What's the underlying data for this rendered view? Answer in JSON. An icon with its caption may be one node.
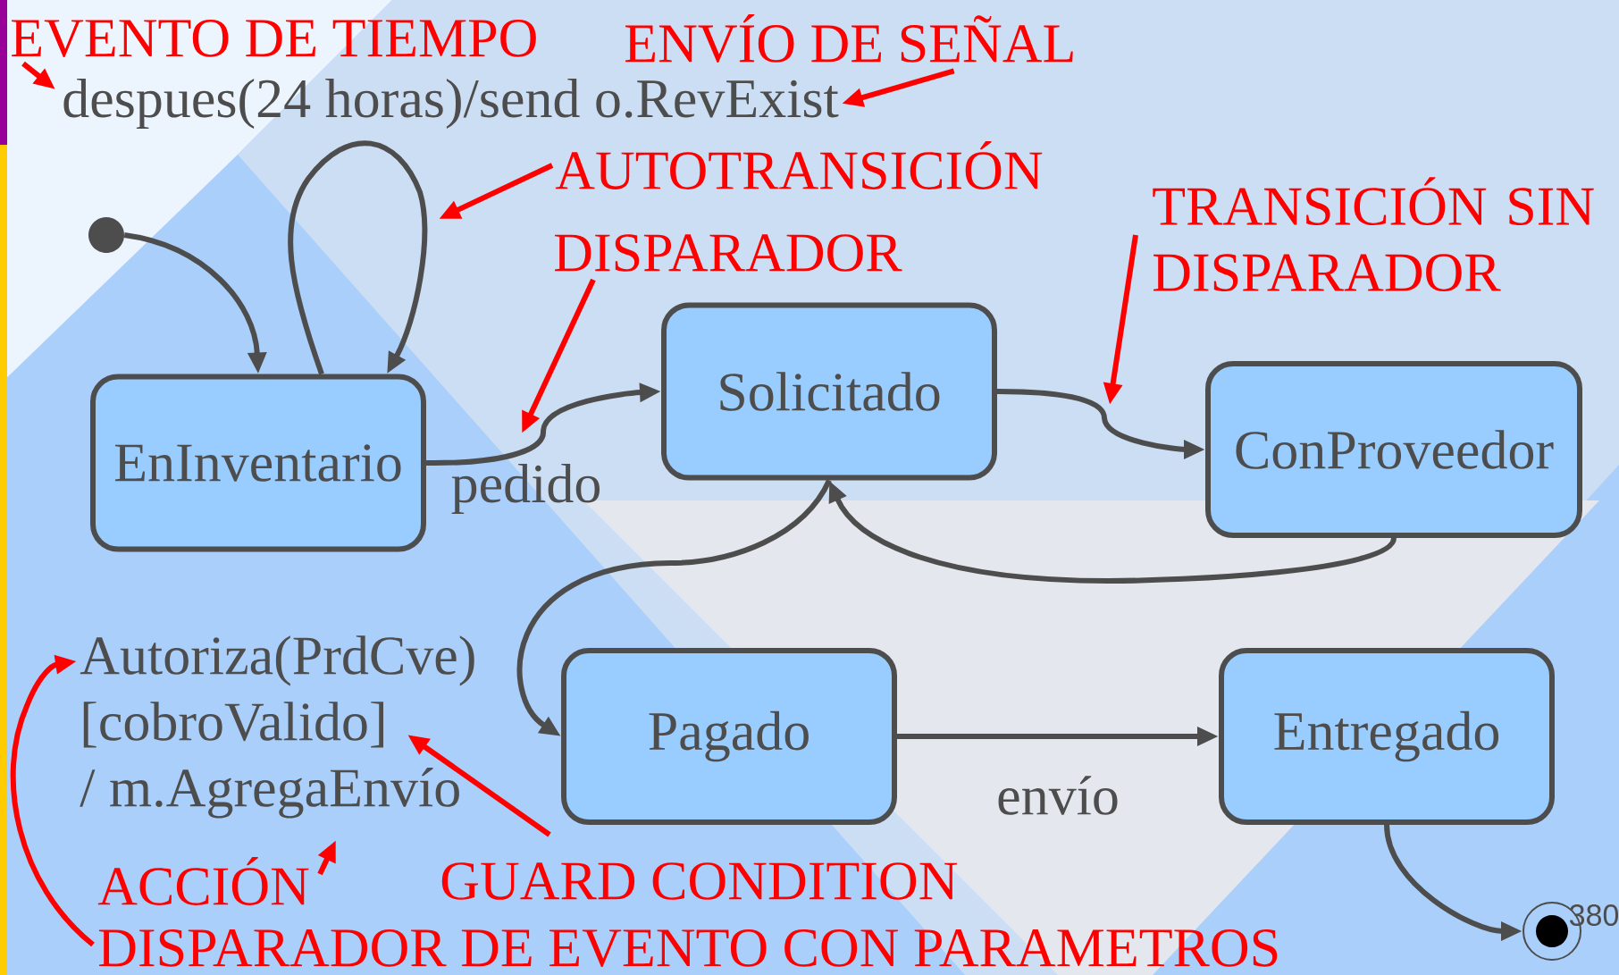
{
  "diagram": {
    "nodes": [
      {
        "text": [
          "EVENTO DE TIEMPO"
        ]
      },
      {
        "text": [
          "ENVÍO DE SEÑAL"
        ]
      },
      {
        "text": [
          "despues(24 horas)/send o.RevExist"
        ]
      },
      {
        "text": [
          "AUTOTRANSICIÓN"
        ]
      },
      {
        "text": [],
        "shape": "circle"
      },
      {
        "text": [
          "DISPARADOR"
        ]
      },
      {
        "text": [
          "TRANSICIÓN SIN DISPARADOR"
        ]
      },
      {
        "text": [
          "Solicitado"
        ]
      },
      {
        "text": [
          "EnInventario"
        ]
      },
      {
        "text": [
          "ConProveedor"
        ]
      },
      {
        "text": [
          "Autoriza(PrdCve)",
          "[cobroValido]",
          "/ m.AgregaEnvío"
        ]
      },
      {
        "text": [
          "Pagado"
        ]
      },
      {
        "text": [
          "Entregado"
        ]
      },
      {
        "text": [
          "ACCIÓN"
        ]
      },
      {
        "text": [
          "GUARD CONDITION"
        ]
      },
      {
        "text": [
          "DISPARADOR DE EVENTO CON PARAMETROS"
        ]
      },
      {
        "text": [],
        "shape": "circle"
      }
    ],
    "edges": [
      {
        "from": 4,
        "to": 8,
        "arrow": "to",
        "color": "#4d4d4d"
      },
      {
        "from": 8,
        "to": 8,
        "arrow": "to",
        "color": "#4d4d4d"
      },
      {
        "from": 8,
        "to": 7,
        "arrow": "to",
        "label": "pedido",
        "color": "#4d4d4d"
      },
      {
        "from": 7,
        "to": 9,
        "arrow": "to",
        "color": "#4d4d4d"
      },
      {
        "from": 9,
        "to": 7,
        "arrow": "to",
        "color": "#4d4d4d"
      },
      {
        "from": 7,
        "to": 11,
        "arrow": "to",
        "color": "#4d4d4d"
      },
      {
        "from": 11,
        "to": 12,
        "arrow": "to",
        "label": "envío",
        "color": "#4d4d4d"
      },
      {
        "from": 12,
        "to": 16,
        "arrow": "to",
        "color": "#4d4d4d"
      },
      {
        "from": 0,
        "to": 2,
        "arrow": "to",
        "color": "#ff0000"
      },
      {
        "from": 1,
        "to": 2,
        "arrow": "to",
        "color": "#ff0000"
      },
      {
        "from": 3,
        "to": null,
        "arrow": "to",
        "color": "#ff0000"
      },
      {
        "from": 5,
        "to": null,
        "arrow": "to",
        "color": "#ff0000"
      },
      {
        "from": 6,
        "to": null,
        "arrow": "to",
        "color": "#ff0000"
      },
      {
        "from": 13,
        "to": 10,
        "arrow": "to",
        "color": "#ff0000"
      },
      {
        "from": 14,
        "to": 10,
        "arrow": "to",
        "color": "#ff0000"
      },
      {
        "from": 15,
        "to": 10,
        "arrow": "to",
        "color": "#ff0000"
      }
    ],
    "labels": [
      "380"
    ]
  }
}
